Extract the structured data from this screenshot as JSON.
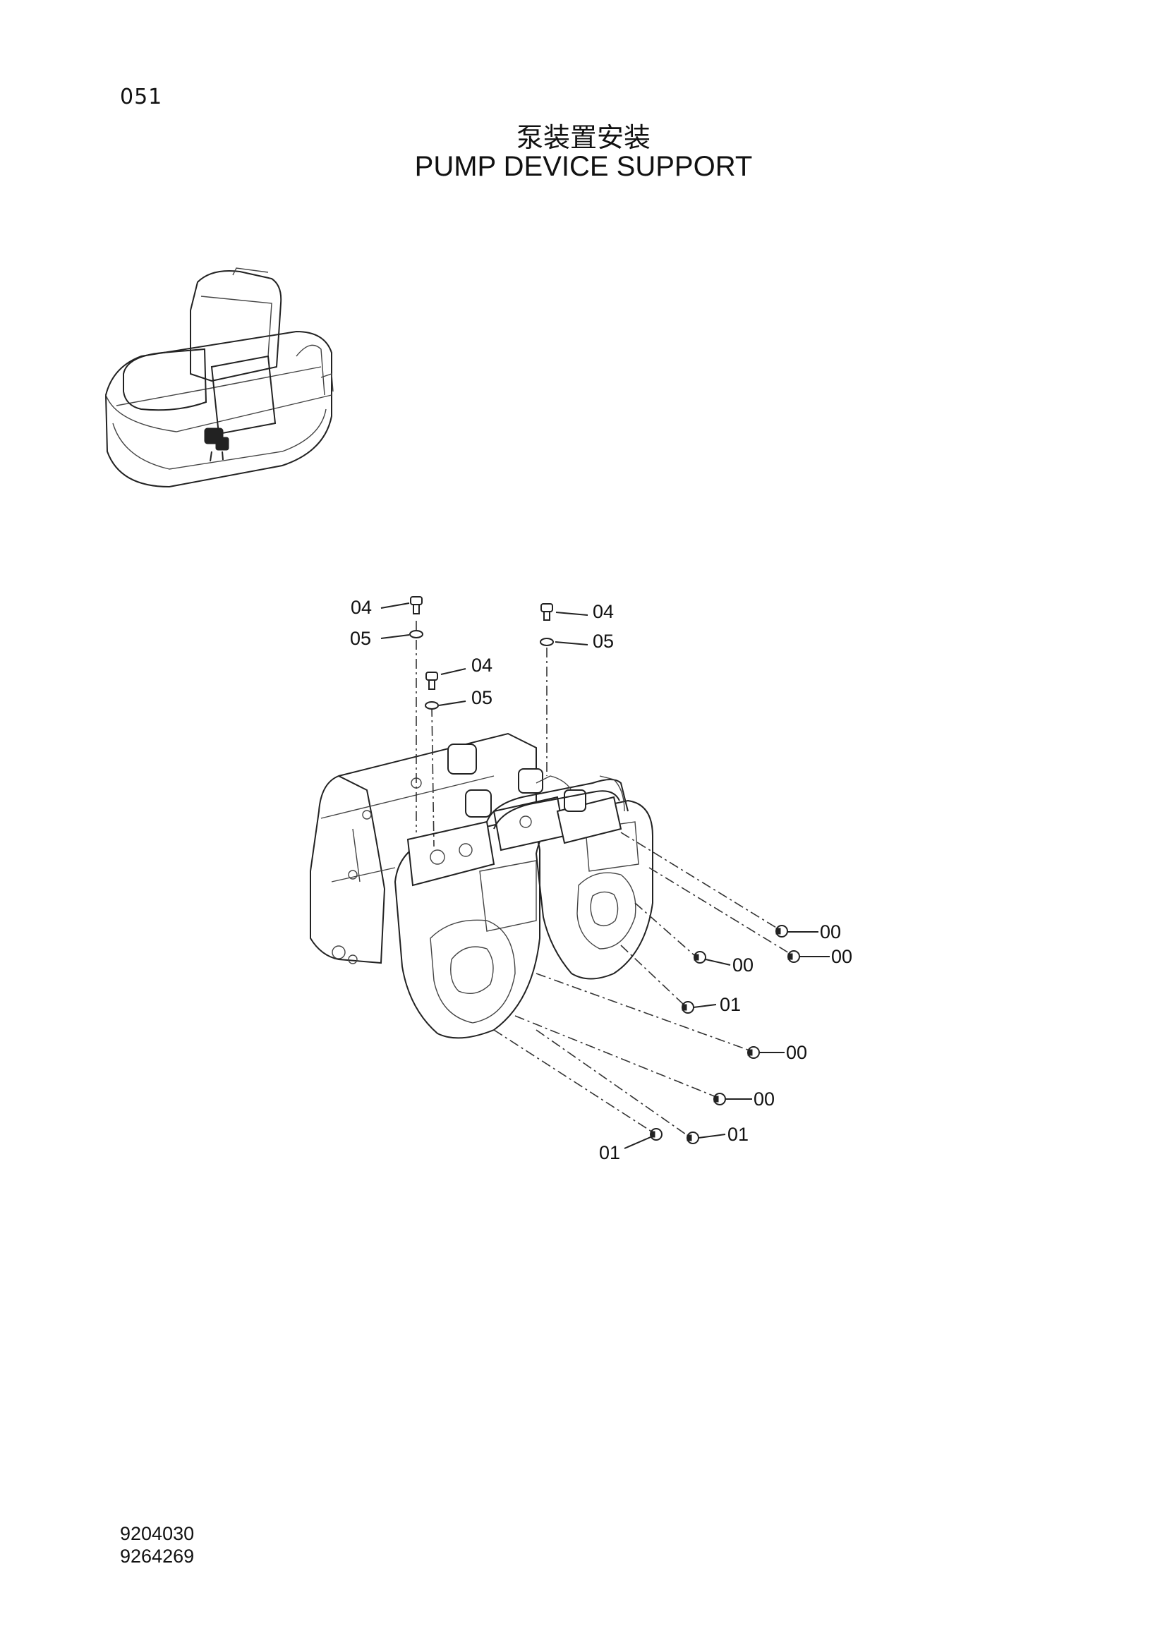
{
  "header": {
    "page_number": "051",
    "title_cn": "泵装置安装",
    "title_en": "PUMP DEVICE SUPPORT"
  },
  "footer": {
    "doc_numbers": [
      "9204030",
      "9264269"
    ]
  },
  "diagram": {
    "callouts": [
      {
        "id": "c1",
        "label": "04"
      },
      {
        "id": "c2",
        "label": "05"
      },
      {
        "id": "c3",
        "label": "04"
      },
      {
        "id": "c4",
        "label": "05"
      },
      {
        "id": "c5",
        "label": "04"
      },
      {
        "id": "c6",
        "label": "05"
      },
      {
        "id": "c7",
        "label": "00"
      },
      {
        "id": "c8",
        "label": "00"
      },
      {
        "id": "c9",
        "label": "00"
      },
      {
        "id": "c10",
        "label": "01"
      },
      {
        "id": "c11",
        "label": "00"
      },
      {
        "id": "c12",
        "label": "00"
      },
      {
        "id": "c13",
        "label": "01"
      },
      {
        "id": "c14",
        "label": "01"
      }
    ]
  }
}
